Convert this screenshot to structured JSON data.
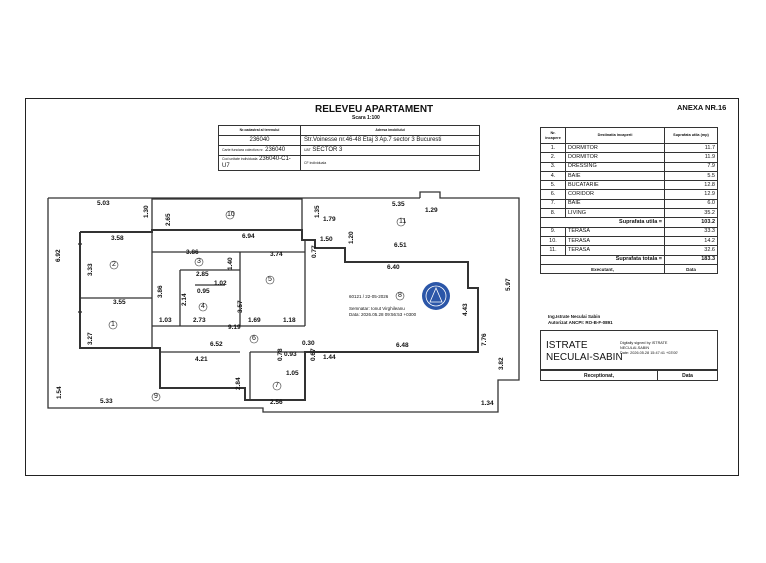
{
  "header": {
    "title": "RELEVEU APARTAMENT",
    "scale": "Scara 1:100",
    "annex": "ANEXA NR.16"
  },
  "ident_table": {
    "headers": [
      "Nr.cadastral al terenului",
      "Adresa imobilului"
    ],
    "cad_no": "236040",
    "address": "Str.Voinesse nr.46-48 Etaj 3 Ap.7 sector 3 Bucuresti",
    "row2_label": "Carte funciara colectiva nr.",
    "cf_no": "236040",
    "uat_label": "UAT",
    "uat": "SECTOR 3",
    "row3_label": "Cod unitate individuala",
    "unit_code": "236040-C1-U7",
    "cf_ind_label": "CF individuala"
  },
  "rooms_table": {
    "headers": [
      "Nr. incapere",
      "Destinatia incaperii",
      "Suprafata utila (mp)"
    ],
    "rows": [
      {
        "nr": "1.",
        "name": "DORMITOR",
        "area": "11.7"
      },
      {
        "nr": "2.",
        "name": "DORMITOR",
        "area": "11.9"
      },
      {
        "nr": "3.",
        "name": "DRESSING",
        "area": "7.9"
      },
      {
        "nr": "4.",
        "name": "BAIE",
        "area": "5.5"
      },
      {
        "nr": "5.",
        "name": "BUCATARIE",
        "area": "12.8"
      },
      {
        "nr": "6.",
        "name": "CORIDOR",
        "area": "12.9"
      },
      {
        "nr": "7.",
        "name": "BAIE",
        "area": "6.0"
      },
      {
        "nr": "8.",
        "name": "LIVING",
        "area": "35.2"
      }
    ],
    "useful_label": "Suprafata utila =",
    "useful_total": "103.2",
    "terraces": [
      {
        "nr": "9.",
        "name": "TERASA",
        "area": "33.3"
      },
      {
        "nr": "10.",
        "name": "TERASA",
        "area": "14.2"
      },
      {
        "nr": "11.",
        "name": "TERASA",
        "area": "32.6"
      }
    ],
    "total_label": "Suprafata totala =",
    "total": "183.3",
    "executed_label": "Executant,",
    "date_label": "Data"
  },
  "engineer": {
    "line1": "Ing.Istrate Neculai Sabin",
    "line2": "Autorizat ANCPI: RO-B-F-0891"
  },
  "signature": {
    "name1": "ISTRATE",
    "name2": "NECULAI-SABIN",
    "note1": "Digitally signed by ISTRATE",
    "note2": "NECULAI-SABIN",
    "note3": "Date: 2026.05.28 15:47:41 +03'00'"
  },
  "reception": {
    "label": "Receptionat,",
    "date_label": "Data"
  },
  "stamp": {
    "line1": "60121 / 22-05-2026",
    "line2": "Semnatar: Ionut Virghileanu",
    "line3": "Data: 2026.05.28 09:56:53 +0300",
    "seal_color": "#2b56a8"
  },
  "plan": {
    "dims": [
      "5.03",
      "1.30",
      "2.65",
      "6.94",
      "1.35",
      "1.79",
      "5.35",
      "1.29",
      "3.58",
      "3.86",
      "2.85",
      "1.40",
      "3.74",
      "0.77",
      "1.50",
      "1.20",
      "6.51",
      "6.40",
      "6.92",
      "3.33",
      "3.86",
      "1.02",
      "0.95",
      "2.14",
      "3.57",
      "3.55",
      "3.27",
      "1.03",
      "2.73",
      "1.69",
      "1.18",
      "9.19",
      "0.30",
      "6.52",
      "4.21",
      "0.78",
      "0.93",
      "0.67",
      "1.44",
      "6.48",
      "1.54",
      "5.33",
      "2.84",
      "1.05",
      "2.56",
      "1.34",
      "7.76",
      "4.43",
      "5.97",
      "3.82"
    ],
    "rooms": [
      "1",
      "2",
      "3",
      "4",
      "5",
      "6",
      "7",
      "8",
      "9",
      "10",
      "11"
    ]
  }
}
